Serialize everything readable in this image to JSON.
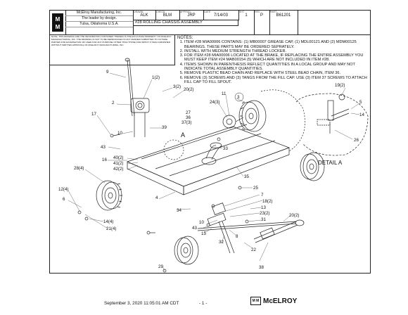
{
  "title_block": {
    "logo_text": "M M",
    "company": "McElroy Manufacturing, Inc.",
    "tagline": "The leader by design.",
    "location": "Tulsa, Oklahoma U.S.A.",
    "drawn_label": "DRAWN",
    "drawn_value": "ALK",
    "check_label": "CHECK",
    "check_value": "BLM",
    "approved_label": "APPRVD",
    "approved_value": "JRP",
    "date_label": "DATE",
    "date_value": "7/14/03",
    "sheet_label": "SHT",
    "sheet_value": "1",
    "rev_label": "REV",
    "rev_value": "P",
    "part_label": "PART",
    "part_value": "B61201",
    "assembly_title": "#28 ROLLING CHASSIS ASSEMBLY",
    "legal_text": "NOTE: THIS DRAWING AND THE INFORMATION CONTAINED THEREIN IS THE EXCLUSIVE PROPERTY OF MCELROY MANUFACTURING, INC. THE DRAWING IS NOT TO BE REPRODUCED IN ANY MANNER SUBMITTED TO OUTSIDE PARTIES FOR EXAMINATION OR USED FOR ANY PURPOSE OTHER THAN THOSE FOR WHICH IT WAS FURNISHED WITHOUT WRITTEN APPROVAL OF MCELROY MANUFACTURING, INC."
  },
  "notes": {
    "heading": "NOTES:",
    "items": [
      "ITEM #28 MIA00006 CONTAINS: (1) MB00007 GREASE CAP, (1) MDL00121 AND (2) MDM00125 BEARINGS. THESE PARTS MAY BE ORDERED SEPRATELY.",
      "INSTALL WITH MEDIUM STRENGTH THREAD LOCKER.",
      "FOR ITEM #28 MIA00006 LOCATED AT THE BRAKE, IF REPLACING THE ENTIRE ASSEMBLY YOU MUST KEEP ITEM #24 MAB00154 (5) WHICH ARE NOT INCLUDED IN ITEM #28.",
      "ITEMS SHOWN IN PARENTHESIS REFLECT QUANTITIES IN A LOCAL GROUP AND MAY NOT INDICATE TOTAL ASSEMBLY QUANTITIES.",
      "REMOVE PLASTIC BEAD CHAIN AND REPLACE WITH STEEL BEAD CHAIN, ITEM 36.",
      "REMOVE (3) SCREWS AND (3) TANGS FROM THE FILL CAP. USE (3) ITEM 37 SCREWS TO ATTACH FILL CAP TO FILL SPOUT."
    ]
  },
  "callouts": {
    "c9": "9",
    "c1_2": "1(2)",
    "c3_2": "3(2)",
    "c20_2a": "20(2)",
    "c2": "2",
    "c11": "11",
    "c24_3": "24(3)",
    "c3": "3",
    "c27": "27",
    "c36": "36",
    "c37_3": "37(3)",
    "c19_2": "19(2)",
    "c5": "5",
    "c14": "14",
    "c26": "26",
    "c17": "17",
    "c10a": "10",
    "c39": "39",
    "cA": "A",
    "c43a": "43",
    "c33": "33",
    "c16": "16",
    "c40_2": "40(2)",
    "c41_2": "41(2)",
    "c42_2": "42(2)",
    "c28_4": "28(4)",
    "c12_4": "12(4)",
    "c6": "6",
    "c35": "35",
    "c4": "4",
    "c34": "34",
    "c25": "25",
    "c7": "7",
    "c18_2": "18(2)",
    "c13": "13",
    "c23_2": "23(2)",
    "c31": "31",
    "c14_4": "14(4)",
    "c21_4": "21(4)",
    "c10b": "10",
    "c43b": "43",
    "c15": "15",
    "c20_2b": "20(2)",
    "c8": "8",
    "c32": "32",
    "c22": "22",
    "c29": "29",
    "c38": "38",
    "detail_label": "DETAIL A"
  },
  "footer": {
    "printed": "September 3, 2020 11:05:01 AM CDT",
    "page": "- 1 -",
    "logo_badge": "M M",
    "logo_text": "McELROY"
  }
}
